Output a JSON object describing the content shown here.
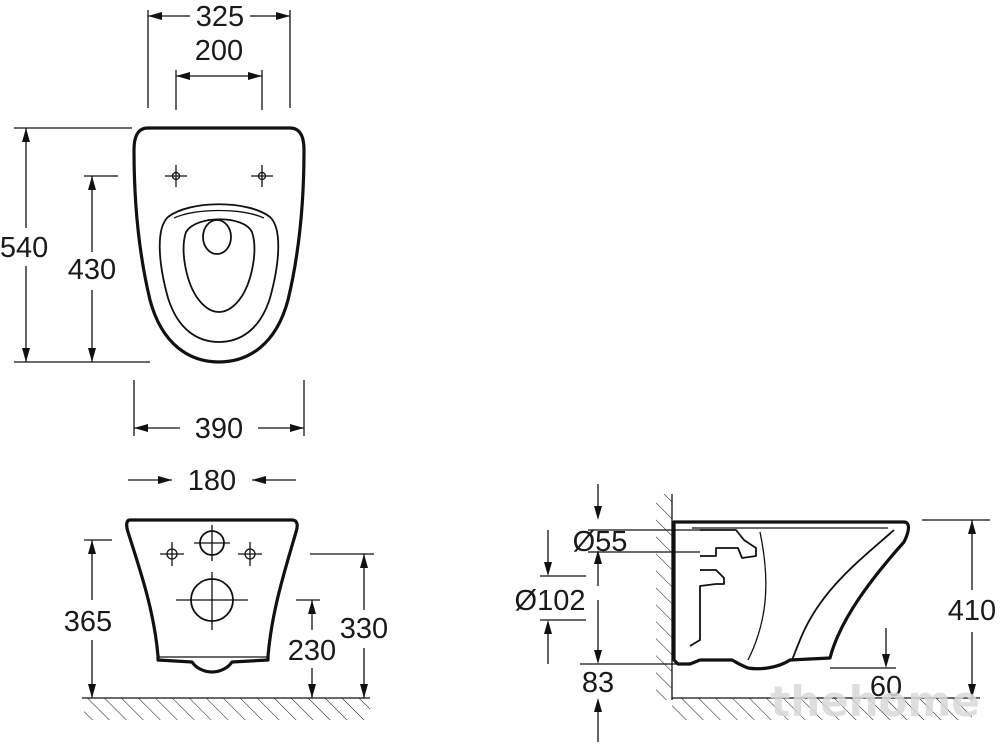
{
  "top_view": {
    "dims": {
      "width_325": "325",
      "fixing_200": "200",
      "length_540": "540",
      "fixing_430": "430",
      "depth_390": "390"
    }
  },
  "front_view": {
    "dims": {
      "width_180": "180",
      "height_365": "365",
      "height_230": "230",
      "height_330": "330"
    }
  },
  "side_view": {
    "dims": {
      "dia_55": "Ø55",
      "dia_102": "Ø102",
      "height_83": "83",
      "height_60": "60",
      "height_410": "410"
    }
  },
  "watermark": "thehome"
}
